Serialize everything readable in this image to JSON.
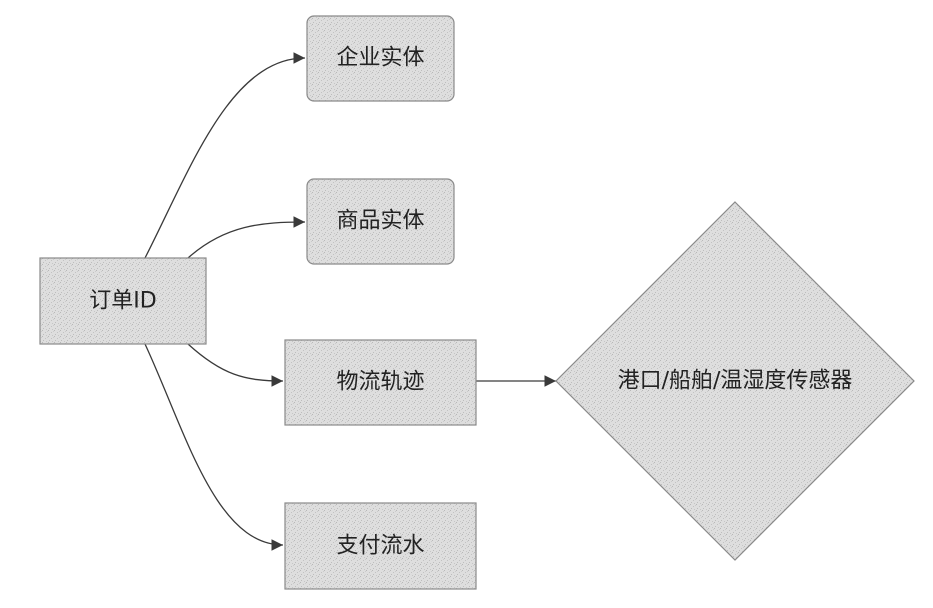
{
  "nodes": {
    "order_id": {
      "label": "订单ID",
      "shape": "rectangle"
    },
    "enterprise_entity": {
      "label": "企业实体",
      "shape": "rounded-rectangle"
    },
    "product_entity": {
      "label": "商品实体",
      "shape": "rounded-rectangle"
    },
    "logistics_track": {
      "label": "物流轨迹",
      "shape": "rectangle"
    },
    "payment_flow": {
      "label": "支付流水",
      "shape": "rectangle"
    },
    "sensors": {
      "label": "港口/船舶/温湿度传感器",
      "shape": "diamond"
    }
  },
  "edges": [
    {
      "from": "order_id",
      "to": "enterprise_entity"
    },
    {
      "from": "order_id",
      "to": "product_entity"
    },
    {
      "from": "order_id",
      "to": "logistics_track"
    },
    {
      "from": "order_id",
      "to": "payment_flow"
    },
    {
      "from": "logistics_track",
      "to": "sensors"
    }
  ],
  "colors": {
    "fill": "#d6d6d6",
    "stroke": "#8a8a8a",
    "edge": "#3a3a3a",
    "text": "#222222"
  }
}
